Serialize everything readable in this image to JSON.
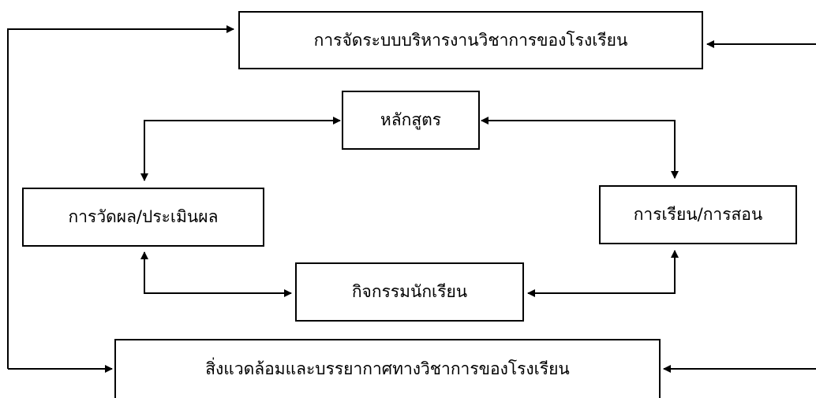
{
  "diagram": {
    "nodes": {
      "admin": "การจัดระบบบริหารงานวิชาการของโรงเรียน",
      "curriculum": "หลักสูตร",
      "assessment": "การวัดผล/ประเมินผล",
      "teaching": "การเรียน/การสอน",
      "activities": "กิจกรรมนักเรียน",
      "environment": "สิ่งแวดล้อมและบรรยากาศทางวิชาการของโรงเรียน"
    },
    "edges": [
      {
        "from": "curriculum",
        "to": "assessment",
        "bidirectional": true
      },
      {
        "from": "curriculum",
        "to": "teaching",
        "bidirectional": true
      },
      {
        "from": "assessment",
        "to": "activities",
        "bidirectional": true
      },
      {
        "from": "teaching",
        "to": "activities",
        "bidirectional": true
      },
      {
        "from": "external-left",
        "to": "admin"
      },
      {
        "from": "external-left",
        "to": "environment"
      },
      {
        "from": "external-right",
        "to": "admin"
      },
      {
        "from": "external-right",
        "to": "environment"
      }
    ]
  }
}
